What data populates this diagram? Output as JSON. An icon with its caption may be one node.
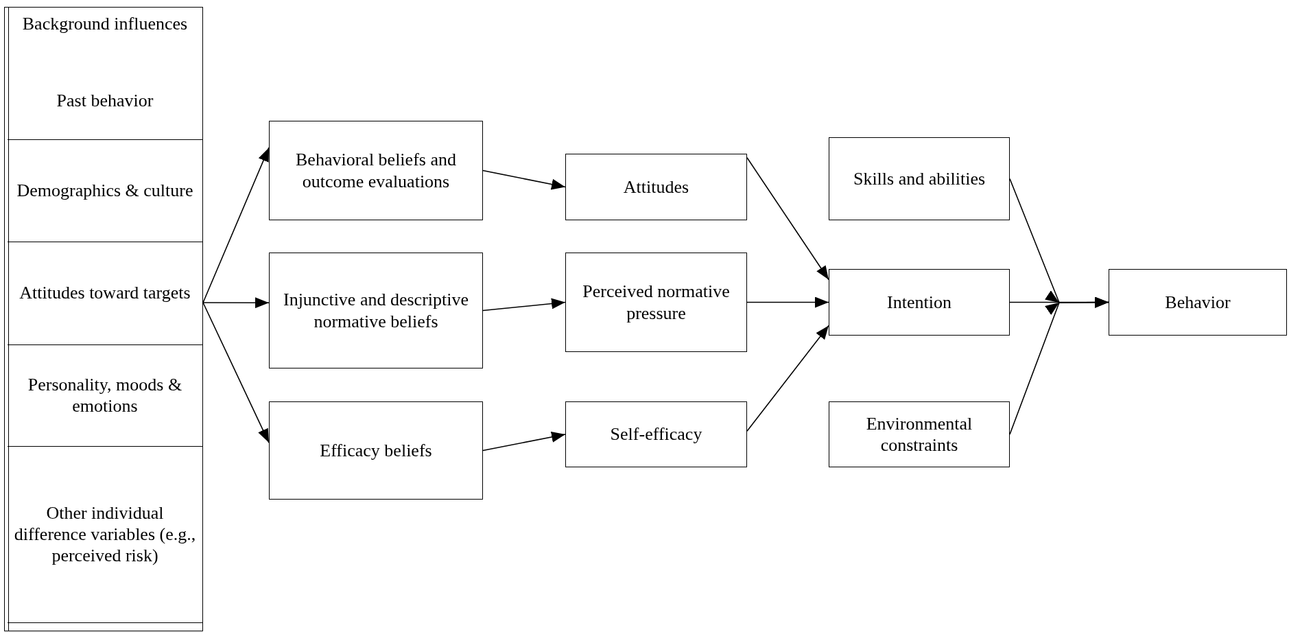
{
  "diagram": {
    "nodes": [
      {
        "text": [
          "Background influences"
        ]
      },
      {
        "text": [
          "Past behavior"
        ],
        "in": 0
      },
      {
        "text": [
          "Demographics & culture"
        ],
        "in": 0
      },
      {
        "text": [
          "Attitudes toward targets"
        ],
        "in": 0
      },
      {
        "text": [
          "Personality, moods & emotions"
        ],
        "in": 0
      },
      {
        "text": [
          "Other individual difference variables (e.g., perceived risk)"
        ],
        "in": 0
      },
      {
        "text": [
          "Behavioral beliefs and outcome evaluations"
        ]
      },
      {
        "text": [
          "Injunctive and descriptive normative beliefs"
        ]
      },
      {
        "text": [
          "Efficacy beliefs"
        ]
      },
      {
        "text": [
          "Attitudes"
        ]
      },
      {
        "text": [
          "Perceived normative pressure"
        ]
      },
      {
        "text": [
          "Self-efficacy"
        ]
      },
      {
        "text": [
          "Skills and abilities"
        ]
      },
      {
        "text": [
          "Intention"
        ]
      },
      {
        "text": [
          "Environmental constraints"
        ]
      },
      {
        "text": [
          "Behavior"
        ]
      }
    ],
    "edges": [
      {
        "from": 0,
        "to": 6,
        "arrow": "to"
      },
      {
        "from": 0,
        "to": 7,
        "arrow": "to"
      },
      {
        "from": 0,
        "to": 8,
        "arrow": "to"
      },
      {
        "from": 6,
        "to": 9,
        "arrow": "to"
      },
      {
        "from": 7,
        "to": 10,
        "arrow": "to"
      },
      {
        "from": 8,
        "to": 11,
        "arrow": "to"
      },
      {
        "from": 9,
        "to": 13,
        "arrow": "to"
      },
      {
        "from": 10,
        "to": 13,
        "arrow": "to"
      },
      {
        "from": 11,
        "to": 13,
        "arrow": "to"
      },
      {
        "from": 13,
        "to": 15,
        "arrow": "to"
      },
      {
        "from": 12,
        "to": 15,
        "arrow": "to"
      },
      {
        "from": 14,
        "to": 15,
        "arrow": "to"
      }
    ]
  }
}
